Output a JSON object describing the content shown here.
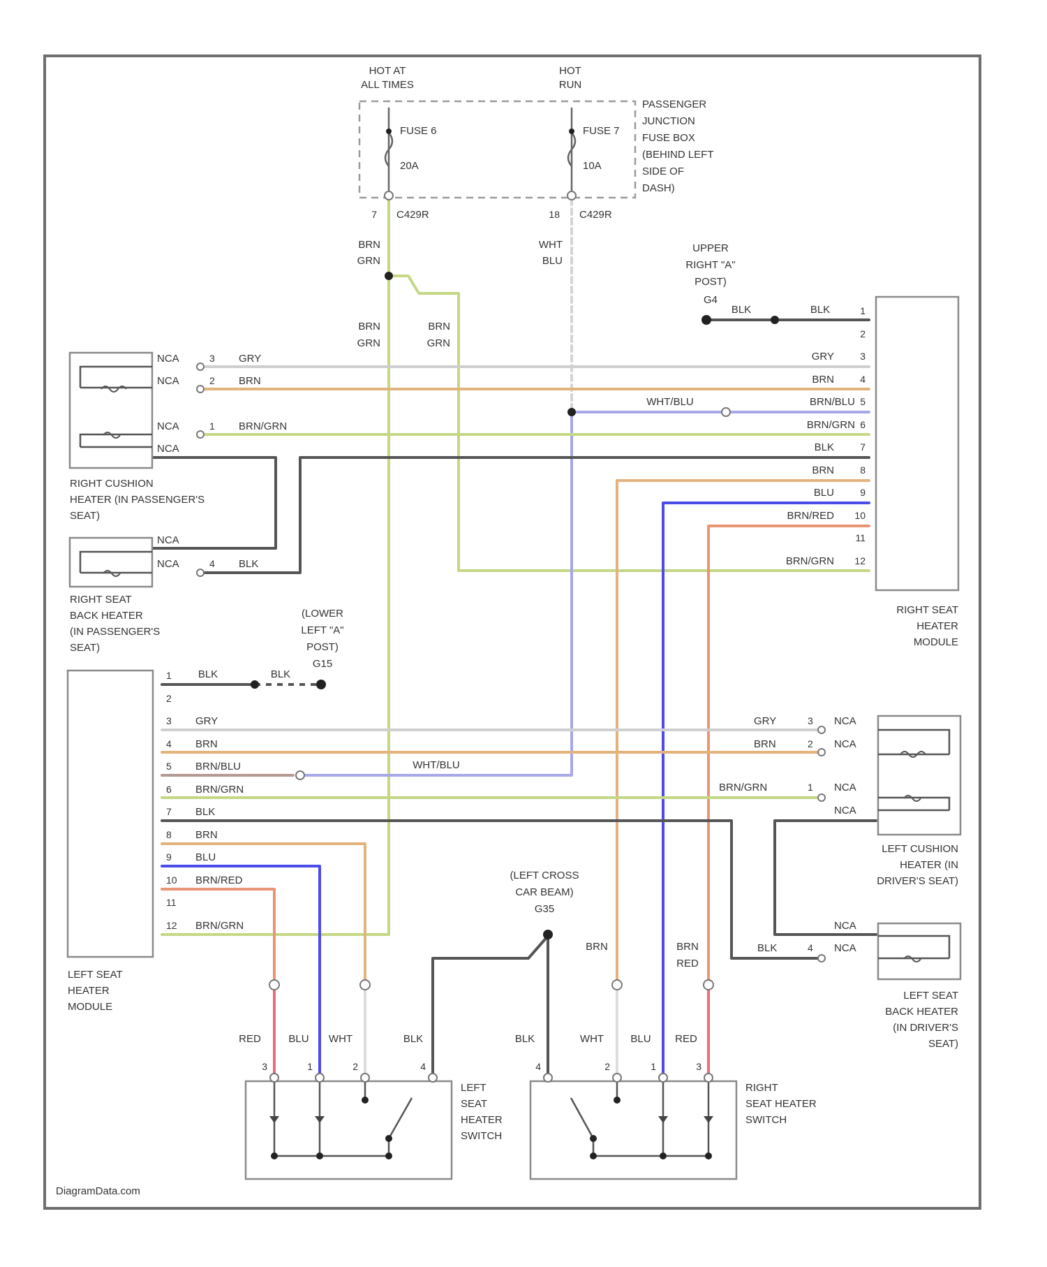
{
  "diagram": {
    "power": {
      "hot_at_all_times": [
        "HOT AT",
        "ALL TIMES"
      ],
      "hot_in_run": [
        "HOT",
        "RUN"
      ],
      "fuse_a": {
        "name": "FUSE 6",
        "rating": "20A"
      },
      "fuse_b": {
        "name": "FUSE 7",
        "rating": "10A"
      },
      "fuse_box": [
        "PASSENGER",
        "JUNCTION",
        "FUSE BOX",
        "(BEHIND LEFT",
        "SIDE OF",
        "DASH)"
      ],
      "connector_a": {
        "pin": "7",
        "name": "C429R"
      },
      "connector_b": {
        "pin": "18",
        "name": "C429R"
      }
    },
    "grounds": {
      "upper": {
        "label": [
          "UPPER",
          "RIGHT \"A\"",
          "POST)"
        ],
        "id": "G4"
      },
      "lower": {
        "label": [
          "(LOWER",
          "LEFT \"A\"",
          "POST)"
        ],
        "id": "G15"
      },
      "cross_car": {
        "label": [
          "(LEFT CROSS",
          "CAR BEAM)"
        ],
        "id": "G35"
      }
    },
    "components": {
      "right_cushion": [
        "RIGHT CUSHION",
        "HEATER (IN PASSENGER'S",
        "SEAT)"
      ],
      "right_back": [
        "RIGHT SEAT",
        "BACK HEATER",
        "(IN PASSENGER'S",
        "SEAT)"
      ],
      "right_module": [
        "RIGHT SEAT",
        "HEATER",
        "MODULE"
      ],
      "left_module": [
        "LEFT SEAT",
        "HEATER",
        "MODULE"
      ],
      "left_cushion": [
        "LEFT CUSHION",
        "HEATER (IN",
        "DRIVER'S SEAT)"
      ],
      "left_back": [
        "LEFT SEAT",
        "BACK HEATER",
        "(IN DRIVER'S",
        "SEAT)"
      ],
      "left_switch": [
        "LEFT",
        "SEAT",
        "HEATER",
        "SWITCH"
      ],
      "right_switch": [
        "RIGHT",
        "SEAT HEATER",
        "SWITCH"
      ]
    },
    "nca": "NCA",
    "pins": [
      "1",
      "2",
      "3",
      "4",
      "5",
      "6",
      "7",
      "8",
      "9",
      "10",
      "11",
      "12"
    ],
    "switch_pins": {
      "a": "3",
      "b": "1",
      "c": "2",
      "d": "4"
    },
    "wires": {
      "brn_grn_a": [
        "BRN",
        "GRN"
      ],
      "brn_grn_b": [
        "BRN",
        "GRN"
      ],
      "brn_grn_c": [
        "BRN",
        "GRN"
      ],
      "wht_blu_v": [
        "WHT",
        "BLU"
      ],
      "brn_red_v": [
        "BRN",
        "RED"
      ],
      "blk": "BLK",
      "gry": "GRY",
      "brn": "BRN",
      "blu": "BLU",
      "red": "RED",
      "wht": "WHT",
      "brn_blu": "BRN/BLU",
      "brn_grn": "BRN/GRN",
      "brn_red": "BRN/RED",
      "wht_blu": "WHT/BLU"
    },
    "watermark": "DiagramData.com"
  },
  "colors": {
    "frame": "#6e6e6e",
    "brn_grn": "#c4d884",
    "brn": "#e2b37d",
    "gry": "#cfcfcf",
    "wht_blu": "#a7a7ea",
    "blu": "#4c4ceb",
    "brn_red": "#e99475",
    "red": "#ee6a74",
    "blk": "#555555",
    "brn_blu": "#b59a94"
  }
}
